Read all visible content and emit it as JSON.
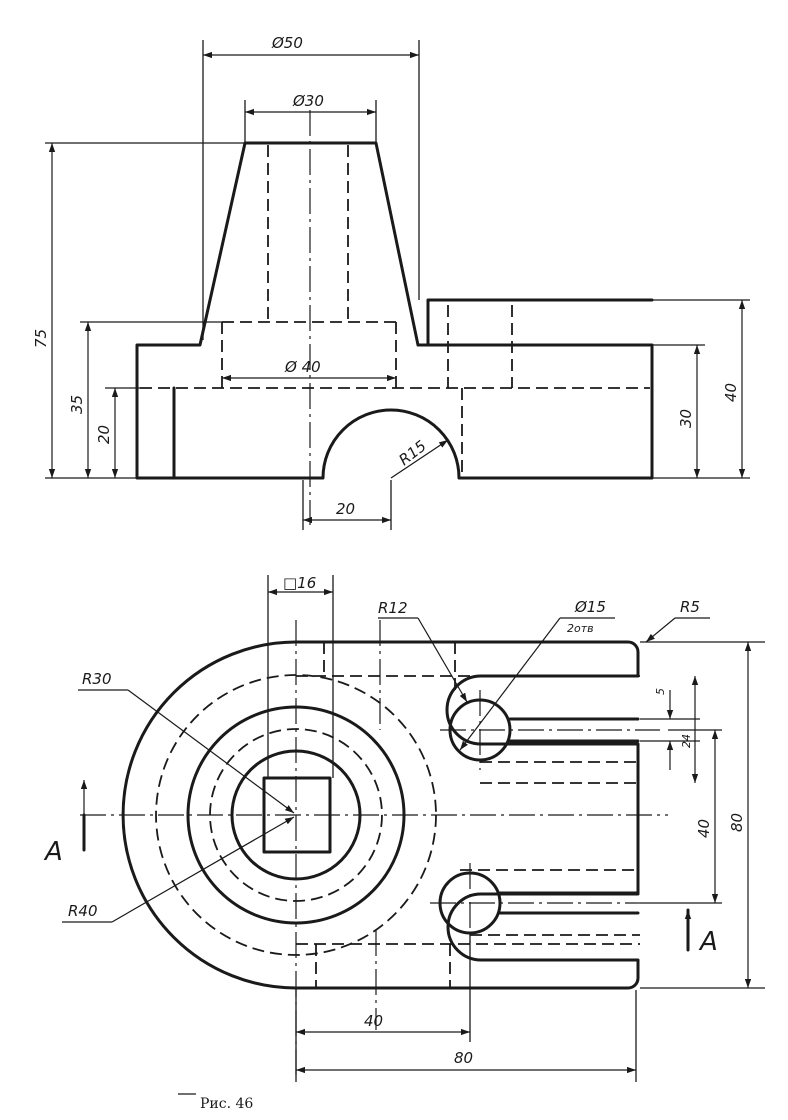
{
  "front_view": {
    "dims": {
      "d50": "Ø50",
      "d30": "Ø30",
      "d40": "Ø 40",
      "h75": "75",
      "h35": "35",
      "h20": "20",
      "h30": "30",
      "h40": "40",
      "r15": "R15",
      "w20": "20"
    }
  },
  "top_view": {
    "dims": {
      "sq16": "□16",
      "r12": "R12",
      "d15": "Ø15",
      "holes": "2отв",
      "r5": "R5",
      "r30": "R30",
      "r40": "R40",
      "v5": "5",
      "v24": "24",
      "v40": "40",
      "v80": "80",
      "h40": "40",
      "h80": "80"
    },
    "section_marks": [
      "A",
      "A"
    ]
  },
  "caption": "Рис. 46"
}
